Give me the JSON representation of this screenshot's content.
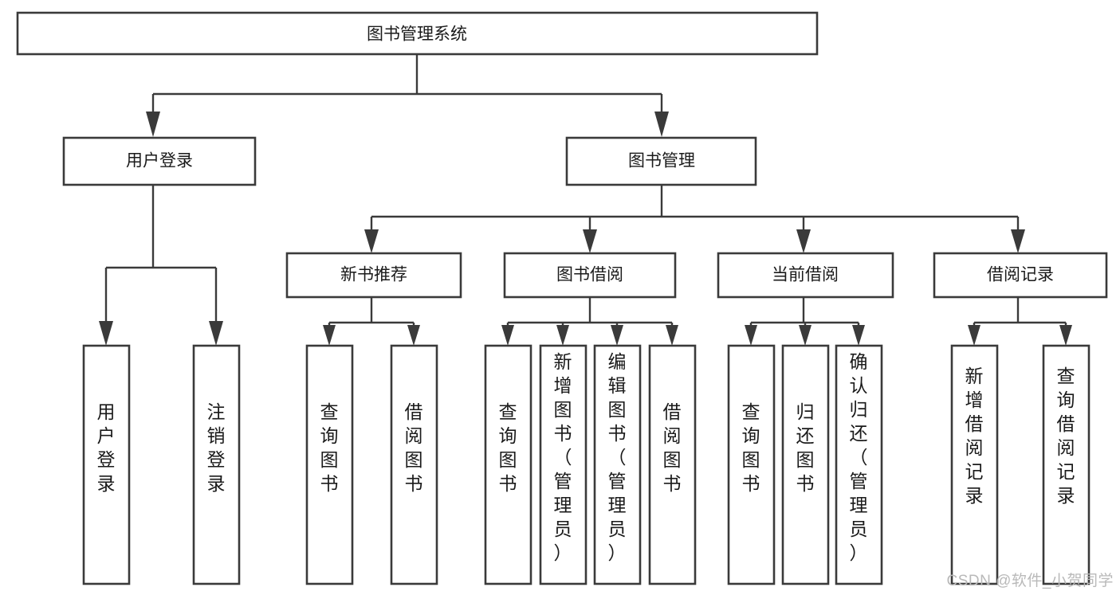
{
  "diagram": {
    "title": "图书管理系统",
    "type": "hierarchy-tree",
    "colors": {
      "box_stroke": "#3a3a3a",
      "box_fill": "#ffffff",
      "connector": "#3a3a3a",
      "text": "#1a1a1a",
      "watermark": "#b9b9b9",
      "background": "#ffffff"
    },
    "levels": [
      {
        "level": 1,
        "nodes": [
          {
            "id": "root",
            "label": "图书管理系统",
            "orientation": "horizontal"
          }
        ]
      },
      {
        "level": 2,
        "nodes": [
          {
            "id": "user-login",
            "label": "用户登录",
            "orientation": "horizontal",
            "parent": "root"
          },
          {
            "id": "book-manage",
            "label": "图书管理",
            "orientation": "horizontal",
            "parent": "root"
          }
        ]
      },
      {
        "level": 3,
        "nodes": [
          {
            "id": "new-book-rec",
            "label": "新书推荐",
            "orientation": "horizontal",
            "parent": "book-manage"
          },
          {
            "id": "book-borrow",
            "label": "图书借阅",
            "orientation": "horizontal",
            "parent": "book-manage"
          },
          {
            "id": "current-borrow",
            "label": "当前借阅",
            "orientation": "horizontal",
            "parent": "book-manage"
          },
          {
            "id": "borrow-record",
            "label": "借阅记录",
            "orientation": "horizontal",
            "parent": "book-manage"
          }
        ]
      },
      {
        "level": 4,
        "nodes": [
          {
            "id": "leaf-user-login",
            "label": "用户登录",
            "orientation": "vertical",
            "parent": "user-login"
          },
          {
            "id": "leaf-logout",
            "label": "注销登录",
            "orientation": "vertical",
            "parent": "user-login"
          },
          {
            "id": "leaf-query-book-1",
            "label": "查询图书",
            "orientation": "vertical",
            "parent": "new-book-rec"
          },
          {
            "id": "leaf-borrow-book-1",
            "label": "借阅图书",
            "orientation": "vertical",
            "parent": "new-book-rec"
          },
          {
            "id": "leaf-query-book-2",
            "label": "查询图书",
            "orientation": "vertical",
            "parent": "book-borrow"
          },
          {
            "id": "leaf-add-book",
            "label": "新增图书（管理员）",
            "orientation": "vertical",
            "parent": "book-borrow"
          },
          {
            "id": "leaf-edit-book",
            "label": "编辑图书（管理员）",
            "orientation": "vertical",
            "parent": "book-borrow"
          },
          {
            "id": "leaf-borrow-book-2",
            "label": "借阅图书",
            "orientation": "vertical",
            "parent": "book-borrow"
          },
          {
            "id": "leaf-query-book-3",
            "label": "查询图书",
            "orientation": "vertical",
            "parent": "current-borrow"
          },
          {
            "id": "leaf-return-book",
            "label": "归还图书",
            "orientation": "vertical",
            "parent": "current-borrow"
          },
          {
            "id": "leaf-confirm-return",
            "label": "确认归还（管理员）",
            "orientation": "vertical",
            "parent": "current-borrow"
          },
          {
            "id": "leaf-add-record",
            "label": "新增借阅记录",
            "orientation": "vertical",
            "parent": "borrow-record"
          },
          {
            "id": "leaf-query-record",
            "label": "查询借阅记录",
            "orientation": "vertical",
            "parent": "borrow-record"
          }
        ]
      }
    ],
    "watermark": "CSDN @软件_小贺同学"
  }
}
